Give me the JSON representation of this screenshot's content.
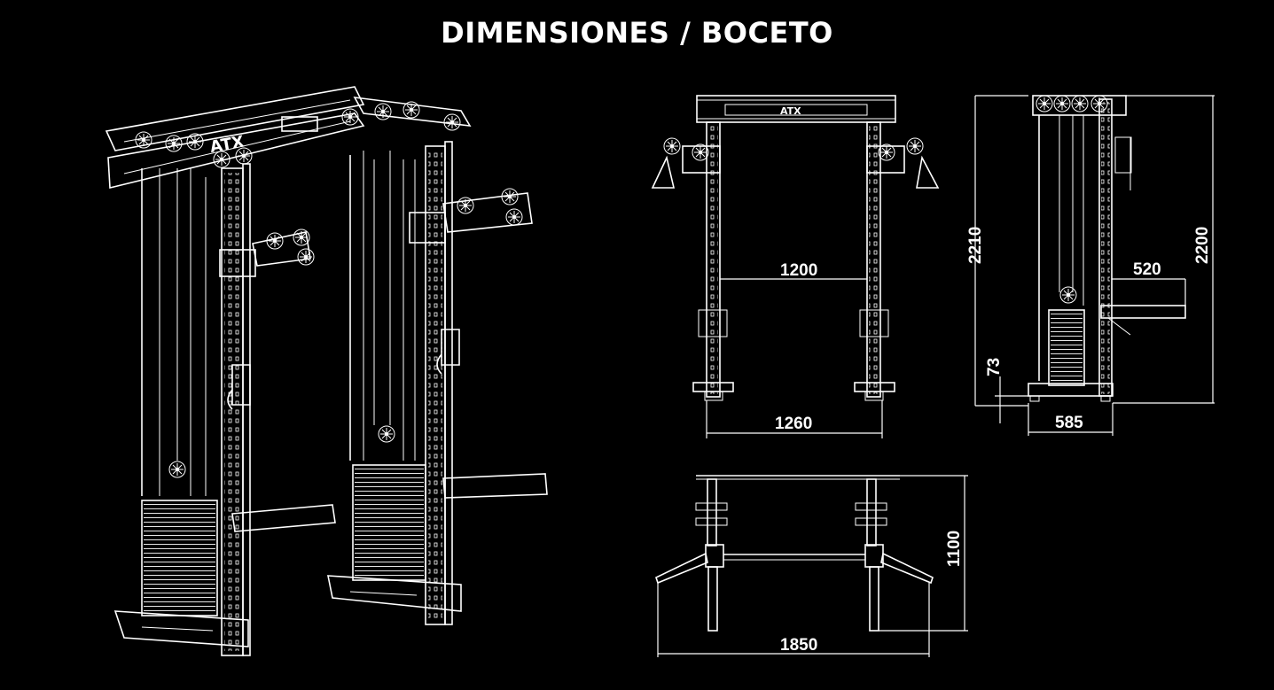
{
  "title": "DIMENSIONES / BOCETO",
  "brand": "ATX",
  "dimensions": {
    "front_inner_width": "1200",
    "front_outer_width": "1260",
    "side_total_height": "2210",
    "side_frame_height": "2200",
    "side_arm_length": "520",
    "side_foot_height": "73",
    "side_base_depth": "585",
    "top_total_width": "1850",
    "top_depth": "1100"
  },
  "icons": [
    "pulley-icon",
    "handle-icon",
    "weight-stack-icon",
    "j-hook-icon"
  ]
}
